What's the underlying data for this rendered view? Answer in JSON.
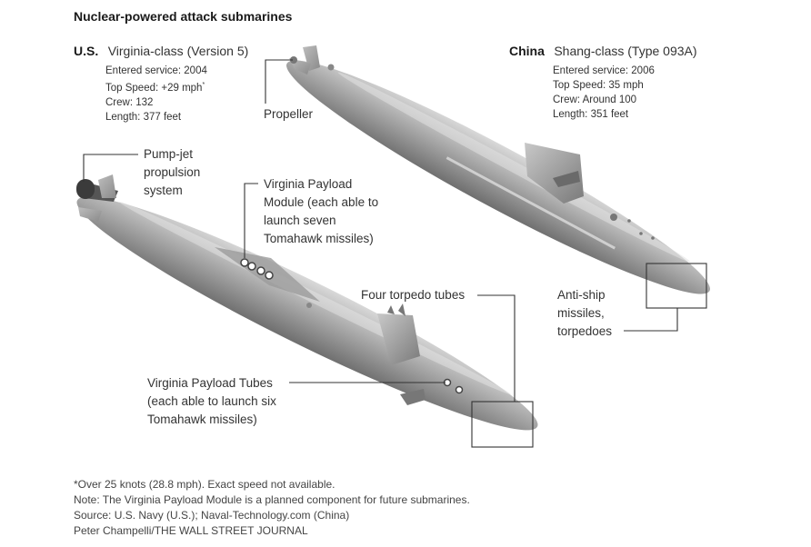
{
  "title": "Nuclear-powered attack submarines",
  "us": {
    "country": "U.S.",
    "class_name": "Virginia-class (Version 5)",
    "specs": [
      "Entered service: 2004",
      "Top Speed: +29 mph",
      "Crew: 132",
      "Length: 377 feet"
    ],
    "speed_marker": "*"
  },
  "china": {
    "country": "China",
    "class_name": "Shang-class (Type 093A)",
    "specs": [
      "Entered service: 2006",
      "Top Speed: 35 mph",
      "Crew: Around 100",
      "Length: 351 feet"
    ]
  },
  "callouts": {
    "propeller": [
      "Propeller"
    ],
    "pumpjet": [
      "Pump-jet",
      "propulsion",
      "system"
    ],
    "payload_module": [
      "Virginia Payload",
      "Module (each able to",
      "launch seven",
      "Tomahawk missiles)"
    ],
    "torpedo_tubes": [
      "Four torpedo tubes"
    ],
    "antiship": [
      "Anti-ship",
      "missiles,",
      "torpedoes"
    ],
    "payload_tubes": [
      "Virginia Payload Tubes",
      "(each able to launch six",
      "Tomahawk missiles)"
    ]
  },
  "notes": [
    "*Over 25 knots (28.8 mph). Exact speed not available.",
    "Note: The Virginia Payload Module is a planned component for future submarines.",
    "Source: U.S. Navy (U.S.); Naval-Technology.com (China)",
    "Peter Champelli/THE WALL STREET JOURNAL"
  ]
}
